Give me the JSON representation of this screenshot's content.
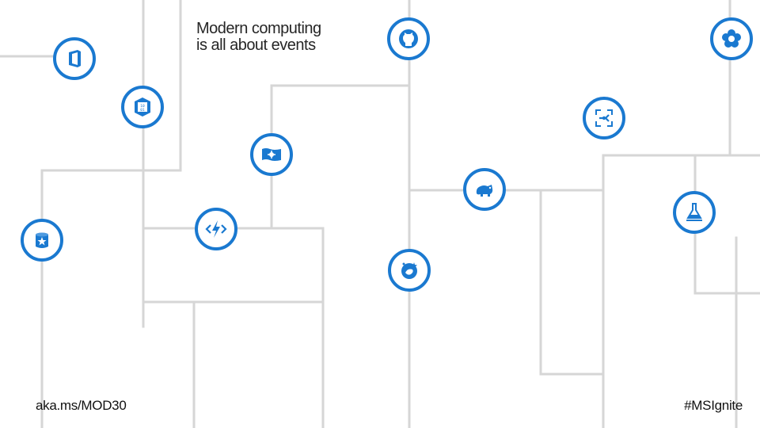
{
  "slide": {
    "title_line1": "Modern computing",
    "title_line2": "is all about events",
    "footer_link": "aka.ms/MOD30",
    "footer_hashtag": "#MSIgnite"
  },
  "colors": {
    "accent": "#1a79d0",
    "line": "#d6d6d6",
    "text": "#262626"
  },
  "icons": [
    "office-icon",
    "iot-hub-icon",
    "event-grid-icon",
    "github-icon",
    "hdinsight-icon",
    "service-fabric-icon",
    "stream-analytics-icon",
    "functions-icon",
    "storage-icon",
    "cognitive-services-icon",
    "lab-flask-icon",
    "chip-icon"
  ]
}
